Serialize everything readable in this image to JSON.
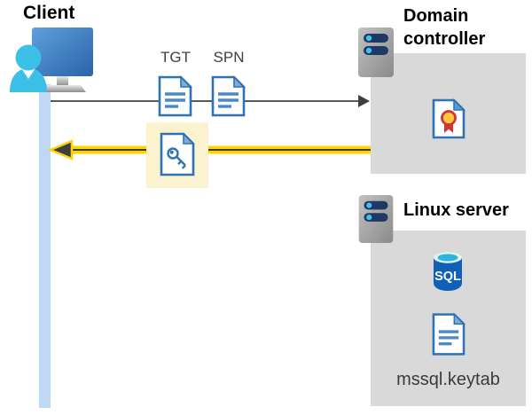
{
  "client": {
    "label": "Client"
  },
  "tickets": {
    "tgt_label": "TGT",
    "spn_label": "SPN"
  },
  "domain_controller": {
    "label": "Domain controller"
  },
  "linux_server": {
    "label": "Linux server",
    "sql_icon_label": "SQL",
    "keytab_label": "mssql.keytab"
  },
  "colors": {
    "panel_gray": "#D9D9D9",
    "client_bar_blue": "#BFD8F4",
    "highlight_yellow": "#FBF2CF",
    "arrow_yellow": "#FFD400",
    "arrow_dark": "#3F3F3F",
    "request_arrow_gray": "#595959",
    "doc_border_blue": "#2E74B5",
    "doc_line_blue": "#4A89C8",
    "person_cyan": "#3BC0E8",
    "server_slot_navy": "#1F3864",
    "server_led_cyan": "#41C2E9",
    "sql_blue": "#1160B7",
    "sql_top_cyan": "#2CB5DC",
    "certificate_red": "#D13438",
    "certificate_gold": "#FFC83D"
  }
}
